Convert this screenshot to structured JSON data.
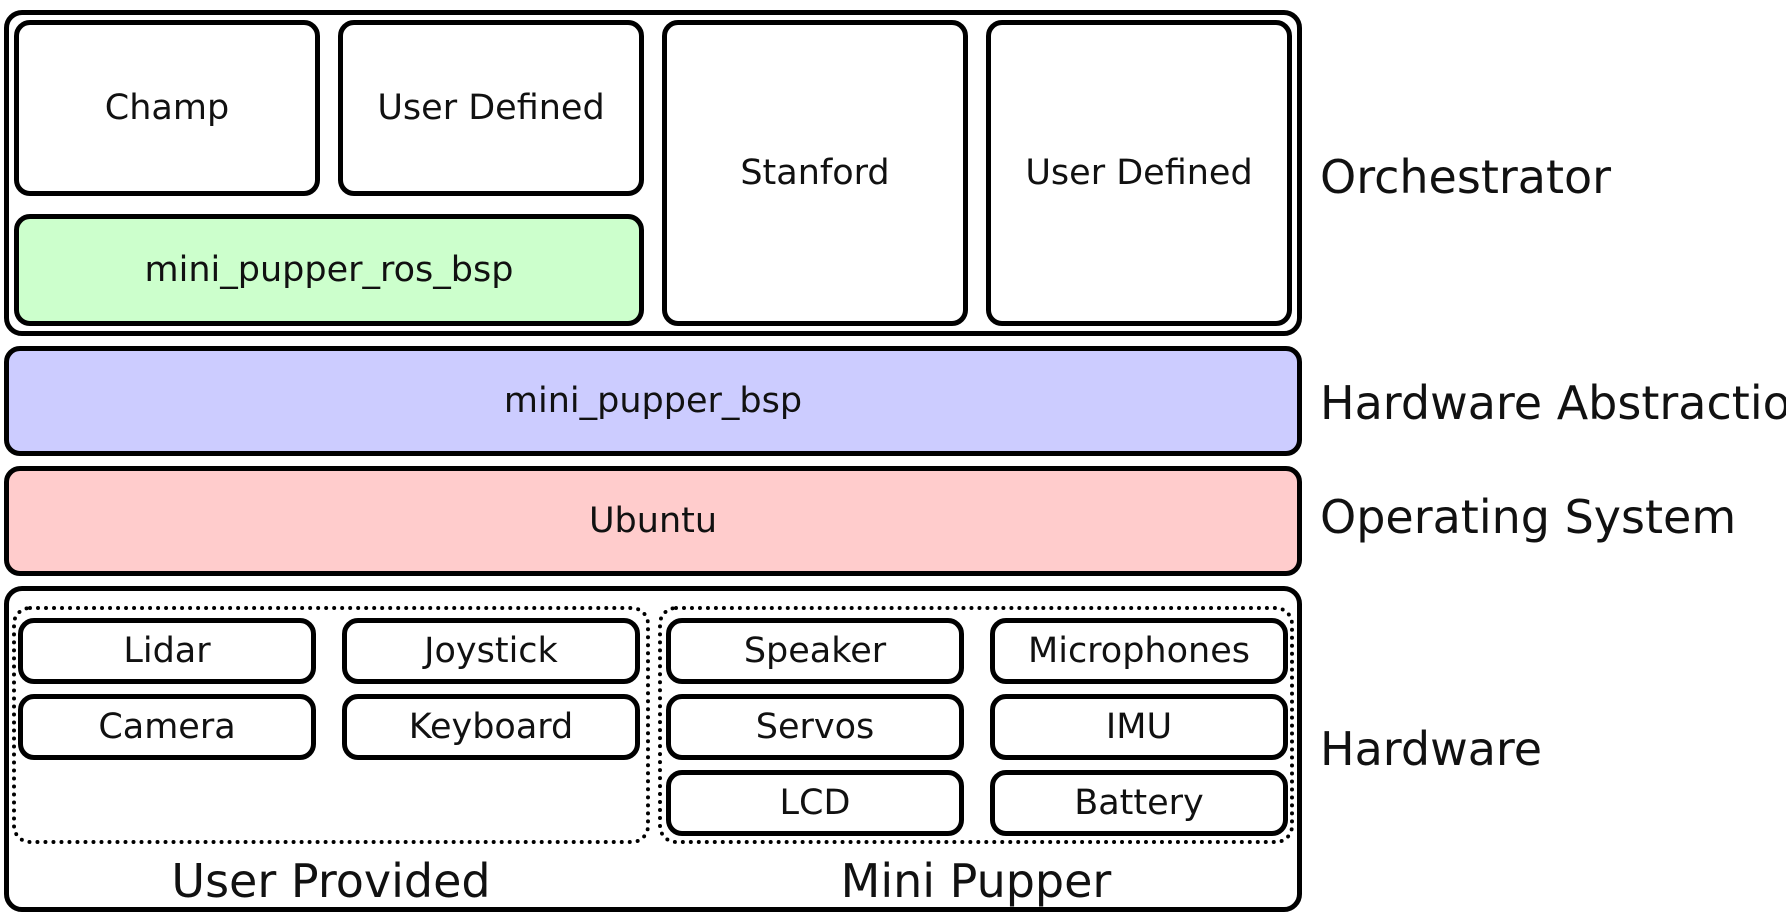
{
  "orchestrator": {
    "nodes": {
      "champ": "Champ",
      "user_defined_1": "User Defined",
      "ros_bsp": "mini_pupper_ros_bsp",
      "stanford": "Stanford",
      "user_defined_2": "User Defined"
    },
    "label": "Orchestrator"
  },
  "hardware_abstraction": {
    "node": "mini_pupper_bsp",
    "label": "Hardware Abstraction"
  },
  "operating_system": {
    "node": "Ubuntu",
    "label": "Operating System"
  },
  "hardware": {
    "label": "Hardware",
    "user_provided": {
      "label": "User Provided",
      "items": [
        "Lidar",
        "Joystick",
        "Camera",
        "Keyboard"
      ]
    },
    "mini_pupper": {
      "label": "Mini Pupper",
      "items": [
        "Speaker",
        "Microphones",
        "Servos",
        "IMU",
        "LCD",
        "Battery"
      ]
    }
  },
  "colors": {
    "ros_bsp_fill": "#ccffcc",
    "bsp_fill": "#ccccff",
    "os_fill": "#ffcccc",
    "border": "#000000"
  }
}
